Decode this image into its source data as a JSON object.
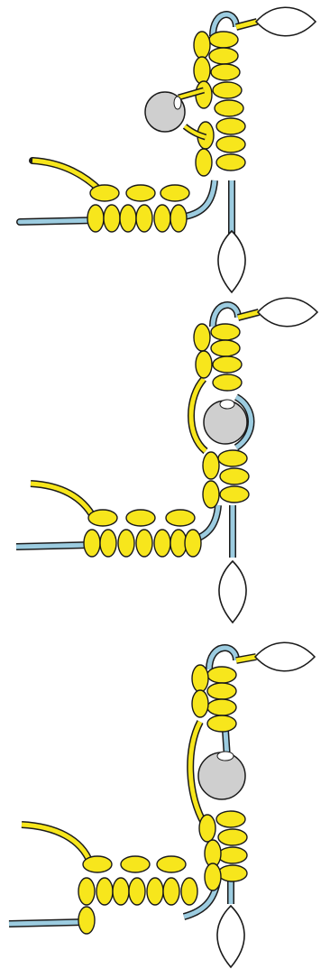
{
  "steps": [
    {
      "bead_position": "left-of-column"
    },
    {
      "bead_position": "on-column-middle"
    },
    {
      "bead_position": "on-column-lower"
    }
  ],
  "colors": {
    "knot_fill": "#F7E61C",
    "cord_blue": "#9CCCE0",
    "bead_fill": "#CFCFCF",
    "outline": "#1a1a1a",
    "leaf_fill": "#ffffff",
    "background": "#ffffff"
  },
  "icons": [
    "yellow-knot",
    "blue-cord",
    "yellow-cord",
    "gray-bead",
    "leaf-tip"
  ]
}
